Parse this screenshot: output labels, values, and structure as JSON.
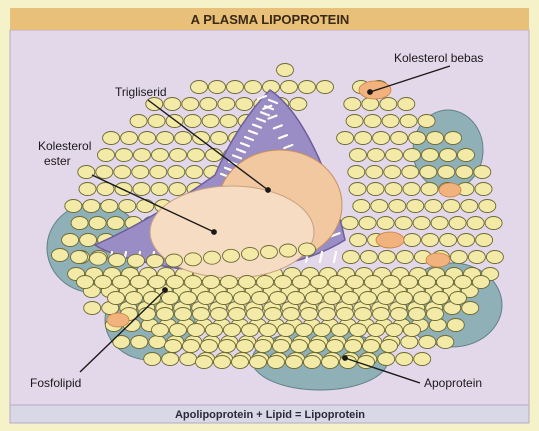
{
  "figure": {
    "title": "A PLASMA LIPOPROTEIN",
    "caption": "Apolipoprotein + Lipid = Lipoprotein",
    "labels": {
      "kolesterol_bebas": "Kolesterol bebas",
      "trigliserid": "Trigliserid",
      "kolesterol_ester_1": "Kolesterol",
      "kolesterol_ester_2": "ester",
      "fosfolipid": "Fosfolipid",
      "apoprotein": "Apoprotein"
    },
    "colors": {
      "frame": "#f5f1c8",
      "panel": "#e3d7ea",
      "title_bar": "#e8c07a",
      "caption_bar": "#d8d8e6",
      "phospholipid_head": "#f2eaa6",
      "phospholipid_outline": "#6e6a34",
      "triglyceride": "#f2c8a0",
      "cholesterol_ester": "#f7dcc4",
      "wedge": "#9a8cc4",
      "apoprotein": "#8fb0b6"
    }
  }
}
